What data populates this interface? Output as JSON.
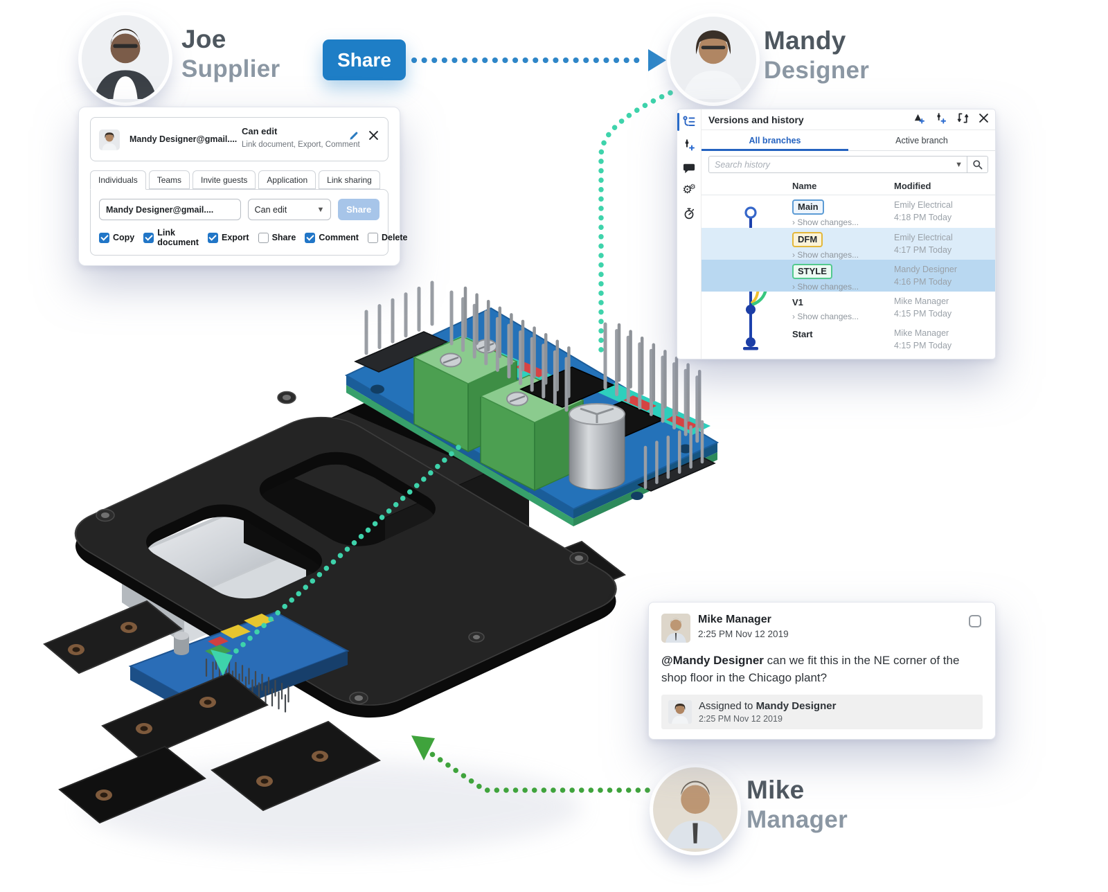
{
  "people": {
    "joe": {
      "name": "Joe",
      "role": "Supplier"
    },
    "mandy": {
      "name": "Mandy",
      "role": "Designer"
    },
    "mike": {
      "name": "Mike",
      "role": "Manager"
    }
  },
  "share_cta": {
    "label": "Share"
  },
  "share_dialog": {
    "entry": {
      "name": "Mandy Designer@gmail....",
      "permission": "Can edit",
      "permission_details": "Link document, Export, Comment"
    },
    "tabs": [
      {
        "label": "Individuals"
      },
      {
        "label": "Teams"
      },
      {
        "label": "Invite guests"
      },
      {
        "label": "Application"
      },
      {
        "label": "Link sharing"
      }
    ],
    "invite_input": "Mandy Designer@gmail....",
    "permission_select": "Can edit",
    "share_button": "Share",
    "permissions": [
      {
        "label": "Copy",
        "checked": true
      },
      {
        "label": "Link document",
        "checked": true
      },
      {
        "label": "Export",
        "checked": true
      },
      {
        "label": "Share",
        "checked": false
      },
      {
        "label": "Comment",
        "checked": true
      },
      {
        "label": "Delete",
        "checked": false
      }
    ]
  },
  "versions_panel": {
    "title": "Versions and history",
    "tabs": [
      {
        "label": "All branches"
      },
      {
        "label": "Active branch"
      }
    ],
    "search_placeholder": "Search history",
    "columns": {
      "name": "Name",
      "modified": "Modified"
    },
    "rows": [
      {
        "name": "Main",
        "show_changes": "Show changes...",
        "author": "Emily Electrical",
        "time": "4:18 PM Today"
      },
      {
        "name": "DFM",
        "show_changes": "Show changes...",
        "author": "Emily Electrical",
        "time": "4:17 PM Today"
      },
      {
        "name": "STYLE",
        "show_changes": "Show changes...",
        "author": "Mandy Designer",
        "time": "4:16 PM Today"
      },
      {
        "name": "V1",
        "show_changes": "Show changes...",
        "author": "Mike Manager",
        "time": "4:15 PM Today"
      },
      {
        "name": "Start",
        "author": "Mike Manager",
        "time": "4:15 PM Today"
      }
    ]
  },
  "comment_card": {
    "author": "Mike Manager",
    "timestamp": "2:25 PM Nov 12 2019",
    "mention": "@Mandy Designer",
    "body": "can we fit this in the NE corner of the shop floor in the Chicago plant?",
    "assigned_prefix": "Assigned to",
    "assignee": "Mandy Designer",
    "assigned_timestamp": "2:25 PM Nov 12 2019"
  },
  "colors": {
    "accent_blue": "#1e7ec6",
    "arrow_blue": "#2e86c8",
    "teal_dots": "#3ed3ab",
    "green_dots": "#3fa33c",
    "graph_blue": "#1c41ad",
    "graph_yellow": "#f0c02e",
    "graph_green": "#37c77f",
    "row_highlight_light": "#dcecf9",
    "row_highlight_strong": "#b9d8f1"
  }
}
